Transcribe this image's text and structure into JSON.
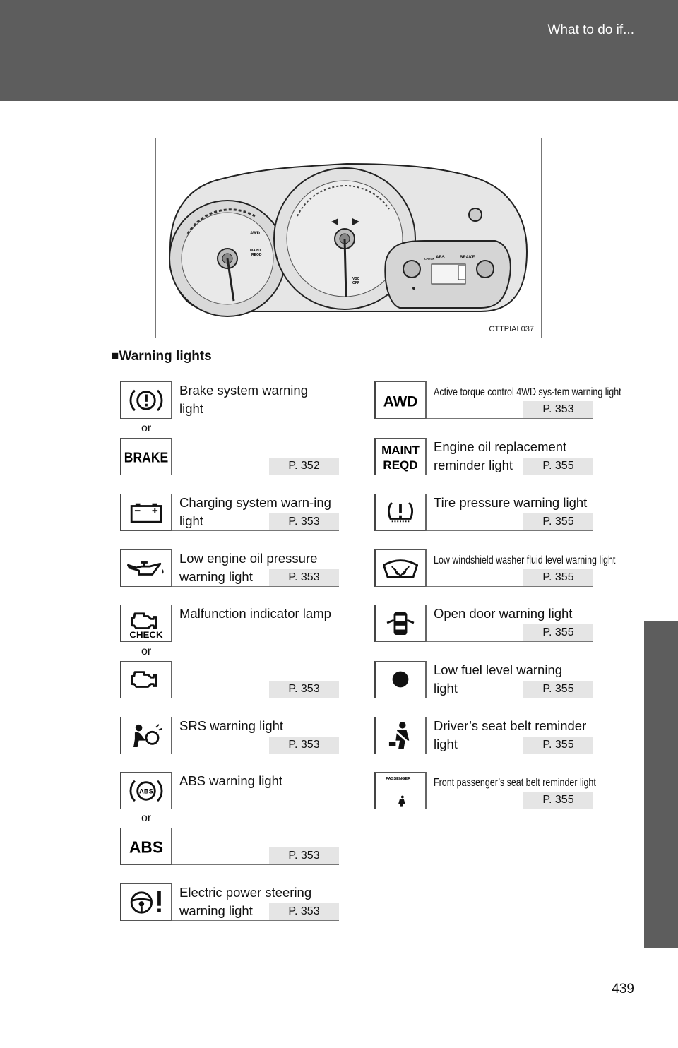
{
  "header": {
    "title": "What to do if..."
  },
  "figure": {
    "code": "CTTPIAL037",
    "cluster_labels": {
      "awd": "AWD",
      "maint": "MAINT",
      "reqd": "REQD",
      "vsc": "VSC",
      "off": "OFF",
      "check": "CHECK",
      "abs": "ABS",
      "brake": "BRAKE"
    }
  },
  "section": {
    "heading": "■Warning lights"
  },
  "or_text": "or",
  "left": {
    "brake_system": {
      "label": "Brake system warning light",
      "page": "P. 352",
      "alt_icon_text": "BRAKE"
    },
    "charging": {
      "label": "Charging system warn-ing light",
      "page": "P. 353"
    },
    "oil_pressure": {
      "label": "Low engine oil pressure warning light",
      "page": "P. 353"
    },
    "malfunction": {
      "label": "Malfunction indicator lamp",
      "page": "P. 353",
      "icon_text": "CHECK"
    },
    "srs": {
      "label": "SRS warning light",
      "page": "P. 353"
    },
    "abs": {
      "label": "ABS warning light",
      "page": "P. 353",
      "icon_text": "ABS"
    },
    "eps": {
      "label": "Electric power steering warning light",
      "page": "P. 353"
    }
  },
  "right": {
    "awd": {
      "label": "Active torque control 4WD sys-tem warning light",
      "page": "P. 353",
      "icon_text": "AWD"
    },
    "maint": {
      "label": "Engine oil replacement reminder light",
      "page": "P. 355",
      "icon_line1": "MAINT",
      "icon_line2": "REQD"
    },
    "tire": {
      "label": "Tire pressure warning light",
      "page": "P. 355"
    },
    "washer": {
      "label": "Low windshield washer fluid level warning light",
      "page": "P. 355"
    },
    "door": {
      "label": "Open door warning light",
      "page": "P. 355"
    },
    "fuel": {
      "label": "Low fuel level warning light",
      "page": "P. 355"
    },
    "driver_belt": {
      "label": "Driver’s seat belt reminder light",
      "page": "P. 355"
    },
    "passenger_belt": {
      "label": "Front passenger’s seat belt reminder light",
      "page": "P. 355",
      "icon_text": "PASSENGER"
    }
  },
  "page_number": "439"
}
